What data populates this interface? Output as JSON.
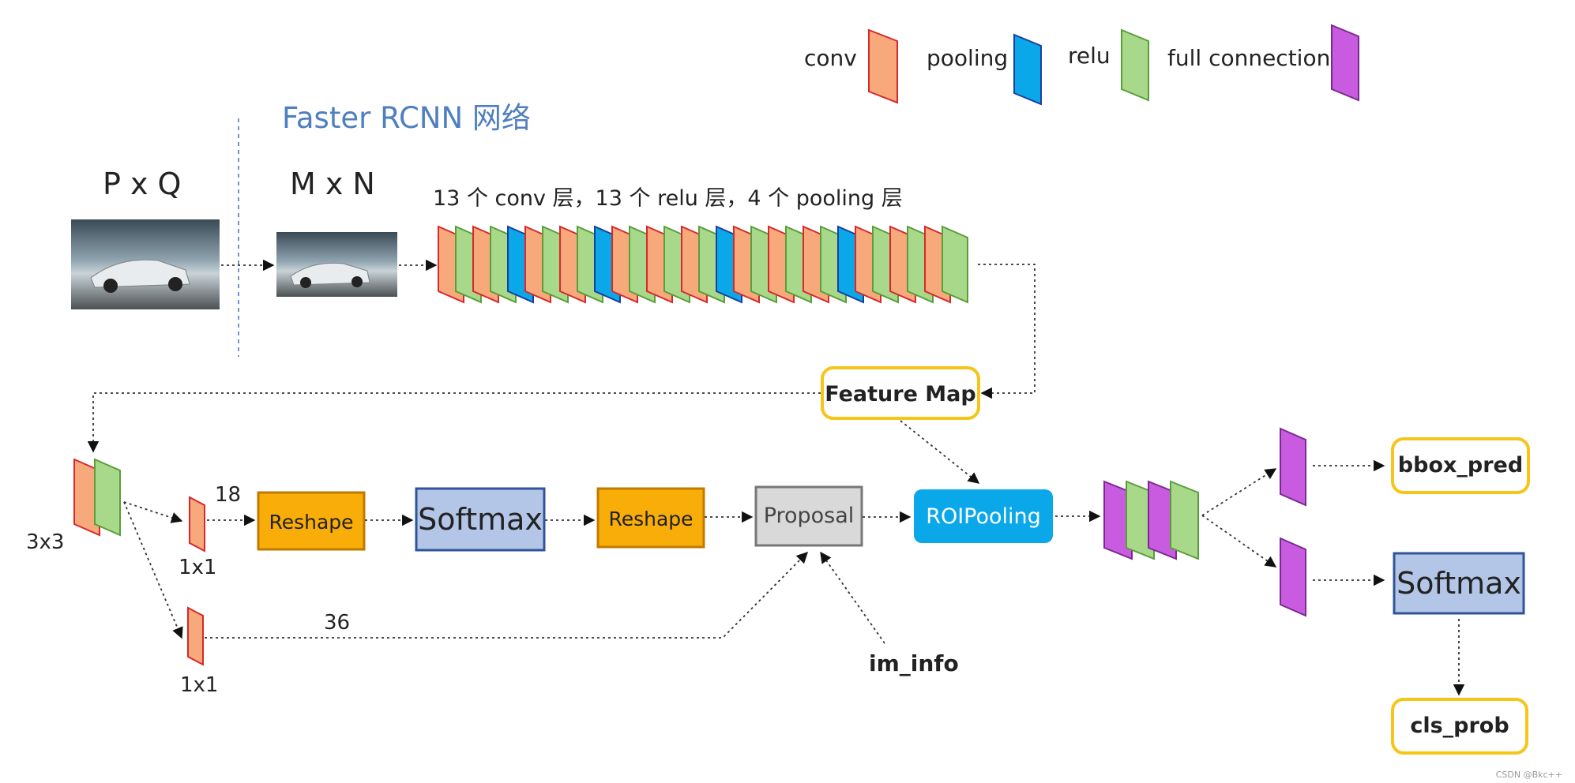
{
  "title": "Faster RCNN 网络",
  "legend": [
    {
      "label": "conv",
      "color": "#f7a97c",
      "stroke": "#d7282c"
    },
    {
      "label": "pooling",
      "color": "#0aa8e8",
      "stroke": "#1b3fa0"
    },
    {
      "label": "relu",
      "color": "#a8d88a",
      "stroke": "#5a9e3a"
    },
    {
      "label": "full connection",
      "color": "#c95be0",
      "stroke": "#7a2a90"
    }
  ],
  "input": {
    "pq_label": "P x Q",
    "mn_label": "M x N",
    "backbone_caption": "13 个 conv 层，13 个 relu 层，4 个 pooling 层"
  },
  "backbone_sequence": [
    "conv",
    "relu",
    "conv",
    "relu",
    "pooling",
    "conv",
    "relu",
    "conv",
    "relu",
    "pooling",
    "conv",
    "relu",
    "conv",
    "relu",
    "conv",
    "relu",
    "pooling",
    "conv",
    "relu",
    "conv",
    "relu",
    "conv",
    "relu",
    "pooling",
    "conv",
    "relu",
    "conv",
    "relu",
    "conv",
    "relu"
  ],
  "feature_map": "Feature Map",
  "rpn": {
    "conv3_label": "3x3",
    "conv1a_label": "1x1",
    "conv1b_label": "1x1",
    "edge_18": "18",
    "edge_36": "36",
    "reshape1": "Reshape",
    "softmax": "Softmax",
    "reshape2": "Reshape",
    "proposal": "Proposal",
    "im_info": "im_info"
  },
  "roi_pooling": "ROIPooling",
  "outputs": {
    "bbox_pred": "bbox_pred",
    "softmax": "Softmax",
    "cls_prob": "cls_prob"
  },
  "watermark": "CSDN @Bkc++",
  "colors": {
    "conv": "#f7a97c",
    "pooling": "#0aa8e8",
    "relu": "#a8d88a",
    "fc": "#c95be0",
    "reshape": "#f9ad08",
    "softmax_box": "#b4c6e7",
    "softmax_border": "#2f5597",
    "proposal_box": "#d9d9d9",
    "roi_box": "#0aa8e8",
    "output_border": "#f5c518",
    "title": "#4f7fc0"
  }
}
